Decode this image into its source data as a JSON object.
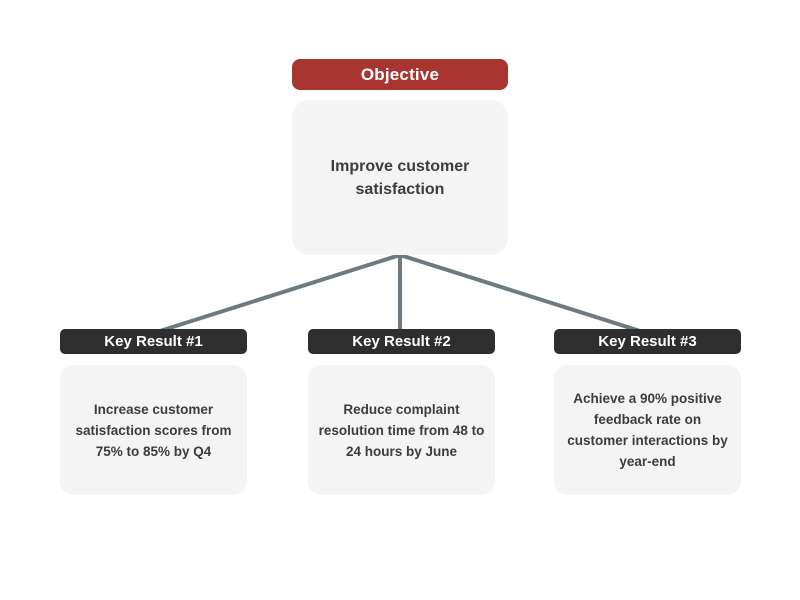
{
  "diagram": {
    "objective": {
      "label": "Objective",
      "text": "Improve customer satisfaction"
    },
    "key_results": [
      {
        "label": "Key Result #1",
        "text": "Increase customer satisfaction scores from 75% to 85% by Q4"
      },
      {
        "label": "Key Result #2",
        "text": "Reduce complaint resolution time from 48 to 24 hours by June"
      },
      {
        "label": "Key Result #3",
        "text": "Achieve a 90% positive feedback rate on customer interactions by year-end"
      }
    ],
    "colors": {
      "objective_header": "#a93531",
      "key_result_header": "#2e2e2e",
      "box_fill": "#f4f4f4",
      "connector": "#6d7a82",
      "body_text": "#3c3c3c",
      "header_text": "#ffffff"
    }
  }
}
